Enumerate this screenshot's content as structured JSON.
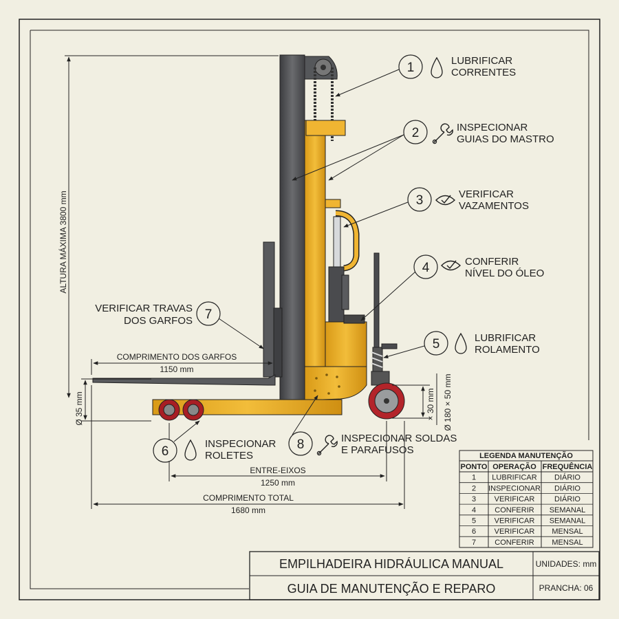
{
  "callouts": [
    {
      "number": "1",
      "line1": "LUBRIFICAR",
      "line2": "CORRENTES",
      "icon": "oil-drop-icon"
    },
    {
      "number": "2",
      "line1": "INSPECIONAR",
      "line2": "GUIAS DO MASTRO",
      "icon": "wrench-icon"
    },
    {
      "number": "3",
      "line1": "VERIFICAR",
      "line2": "VAZAMENTOS",
      "icon": "inspect-eye-icon"
    },
    {
      "number": "4",
      "line1": "CONFERIR",
      "line2": "NÍVEL DO ÓLEO",
      "icon": "check-eye-icon"
    },
    {
      "number": "5",
      "line1": "LUBRIFICAR",
      "line2": "ROLAMENTO",
      "icon": "oil-drop-icon"
    },
    {
      "number": "6",
      "line1": "INSPECIONAR",
      "line2": "ROLETES",
      "icon": "oil-drop-icon"
    },
    {
      "number": "7",
      "line1": "VERIFICAR TRAVAS",
      "line2": "DOS GARFOS",
      "icon": ""
    },
    {
      "number": "8",
      "line1": "INSPECIONAR SOLDAS",
      "line2": "E PARAFUSOS",
      "icon": "wrench-icon"
    }
  ],
  "dimensions": {
    "max_height": "ALTURA MÁXIMA 3800 mm",
    "fork_length_label": "COMPRIMENTO DOS GARFOS",
    "fork_length_value": "1150 mm",
    "fork_thickness": "Ø 35 mm",
    "wheel_width": "× 30 mm",
    "wheel_diameter": "Ø 180 × 50 mm",
    "wheelbase_label": "ENTRE-EIXOS",
    "wheelbase_value": "1250 mm",
    "total_length_label": "COMPRIMENTO TOTAL",
    "total_length_value": "1680 mm"
  },
  "legend": {
    "title": "LEGENDA MANUTENÇÃO",
    "headers": [
      "PONTO",
      "OPERAÇÃO",
      "FREQUÊNCIA"
    ],
    "rows": [
      [
        "1",
        "LUBRIFICAR",
        "DIÁRIO"
      ],
      [
        "2",
        "INSPECIONAR",
        "DIÁRIO"
      ],
      [
        "3",
        "VERIFICAR",
        "DIÁRIO"
      ],
      [
        "4",
        "CONFERIR",
        "SEMANAL"
      ],
      [
        "5",
        "VERIFICAR",
        "SEMANAL"
      ],
      [
        "6",
        "VERIFICAR",
        "MENSAL"
      ],
      [
        "7",
        "CONFERIR",
        "MENSAL"
      ]
    ]
  },
  "title_block": {
    "title": "EMPILHADEIRA HIDRÁULICA MANUAL",
    "subtitle": "GUIA DE MANUTENÇÃO E REPARO",
    "units": "UNIDADES: mm",
    "sheet": "PRANCHA: 06"
  },
  "colors": {
    "paper": "#f1efe2",
    "machine_yellow": "#f0b532",
    "mast_gray": "#55575a",
    "wheel_red": "#b3242a",
    "ink": "#222222"
  }
}
